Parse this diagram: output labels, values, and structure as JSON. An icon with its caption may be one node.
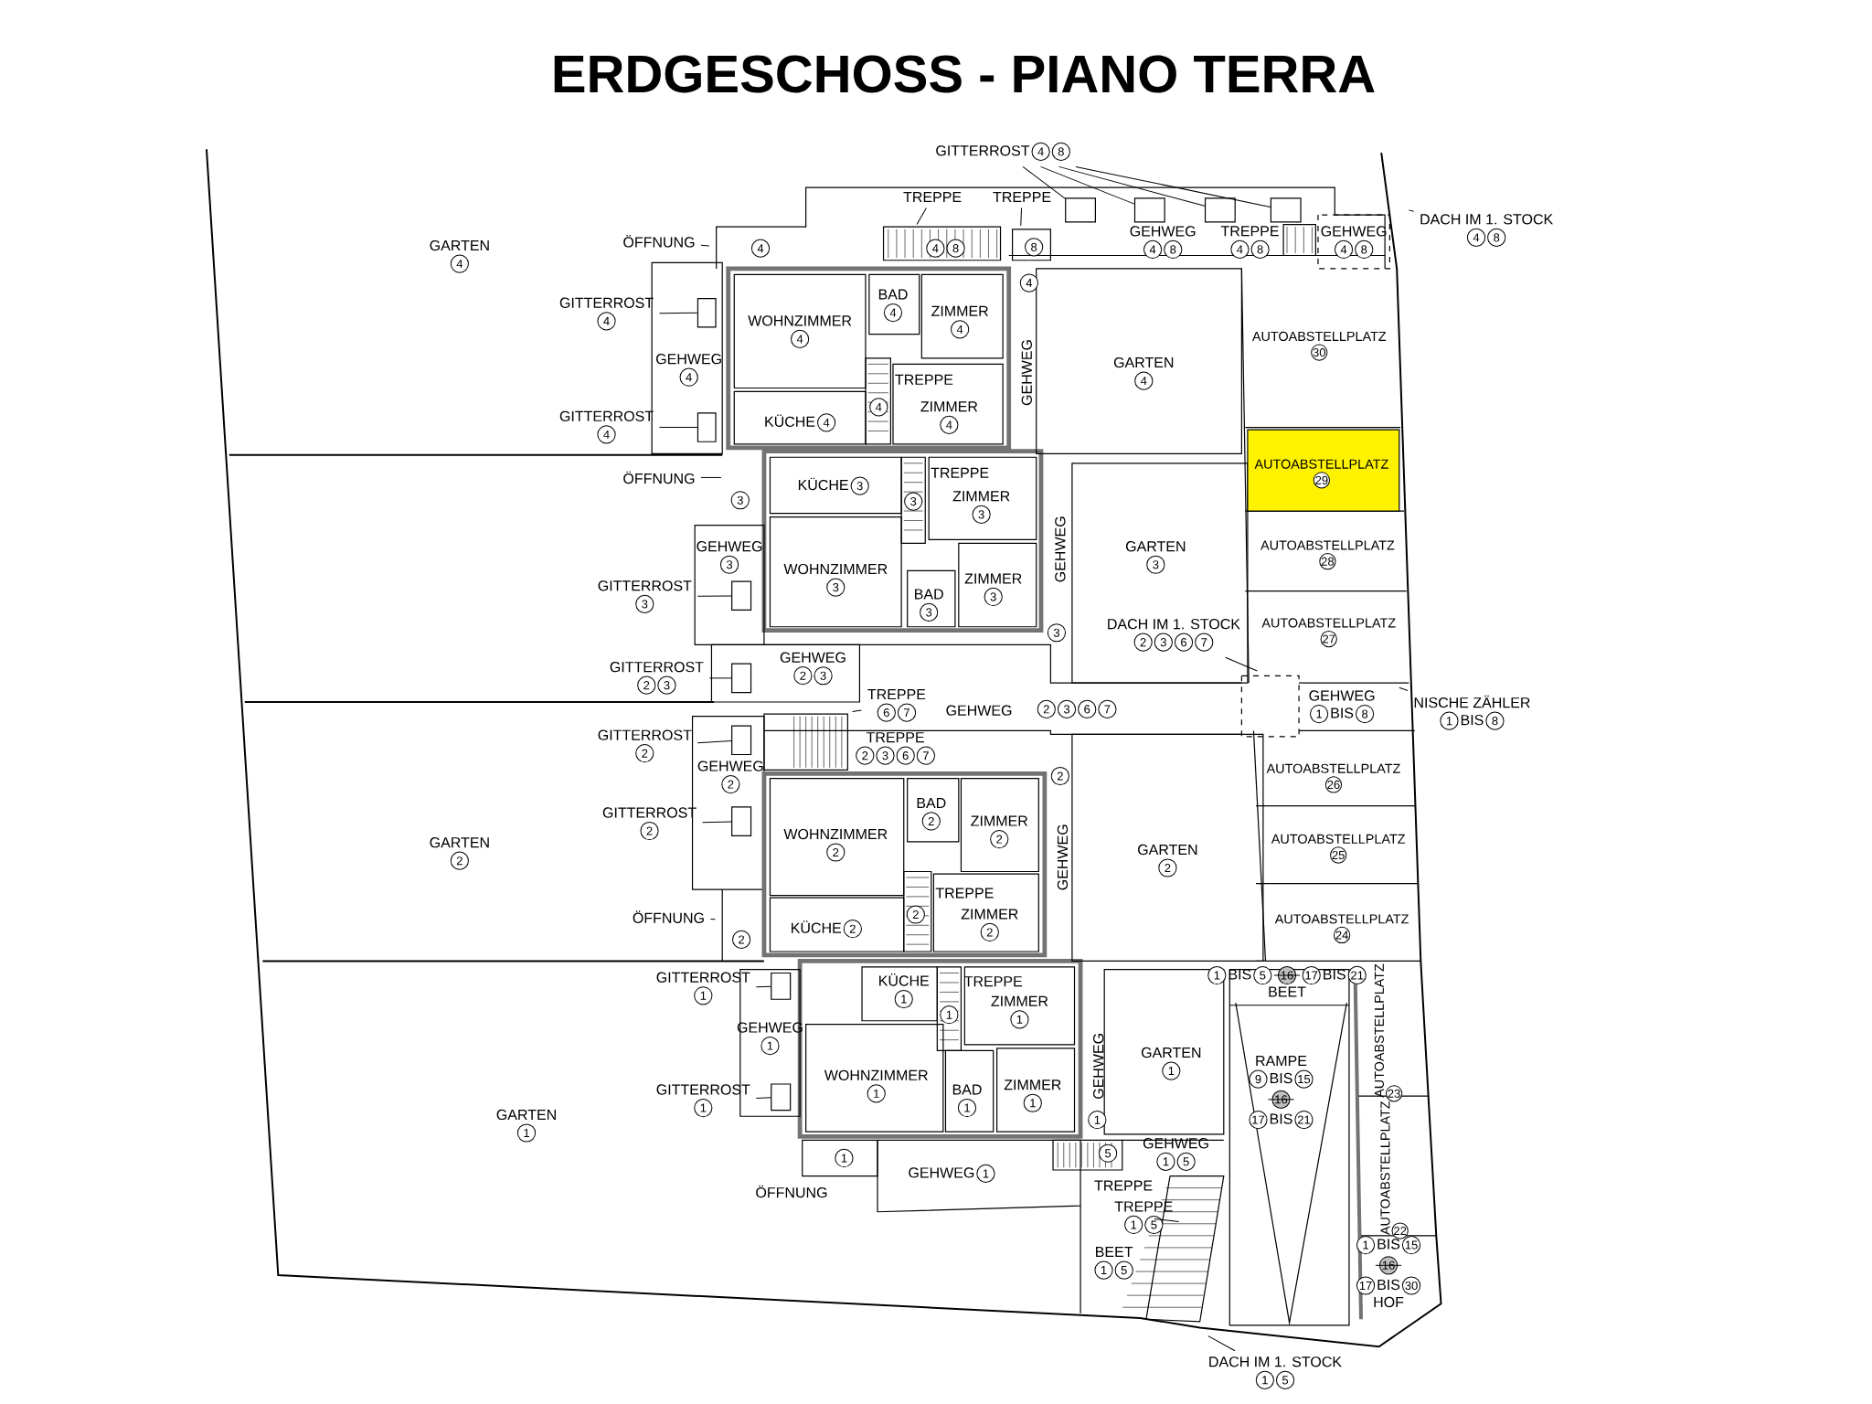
{
  "diagram": {
    "title": "ERDGESCHOSS - PIANO TERRA",
    "nodes": [
      {
        "text": [
          "GARTEN",
          "4"
        ]
      },
      {
        "text": [
          "GITTERROST",
          "4",
          "8"
        ]
      },
      {
        "text": [
          "ÖFFNUNG"
        ]
      },
      {
        "text": [
          "4"
        ]
      },
      {
        "text": [
          "TREPPE"
        ]
      },
      {
        "text": [
          "4",
          "8"
        ]
      },
      {
        "text": [
          "TREPPE"
        ]
      },
      {
        "text": [
          "8"
        ]
      },
      {
        "text": [
          "GEHWEG",
          "4",
          "8"
        ]
      },
      {
        "text": [
          "TREPPE",
          "4",
          "8"
        ]
      },
      {
        "text": [
          "GEHWEG",
          "4",
          "8"
        ]
      },
      {
        "text": [
          "DACH IM 1. STOCK",
          "4",
          "8"
        ]
      },
      {
        "text": [
          "GITTERROST",
          "4"
        ]
      },
      {
        "text": [
          "WOHNZIMMER",
          "4"
        ]
      },
      {
        "text": [
          "BAD",
          "4"
        ]
      },
      {
        "text": [
          "ZIMMER",
          "4"
        ]
      },
      {
        "text": [
          "4"
        ]
      },
      {
        "text": [
          "GEHWEG",
          "4"
        ]
      },
      {
        "text": [
          "TREPPE"
        ]
      },
      {
        "text": [
          "4"
        ]
      },
      {
        "text": [
          "KÜCHE",
          "4"
        ]
      },
      {
        "text": [
          "ZIMMER",
          "4"
        ]
      },
      {
        "text": [
          "GEHWEG"
        ]
      },
      {
        "text": [
          "GARTEN",
          "4"
        ]
      },
      {
        "text": [
          "AUTOABSTELLPLATZ",
          "30"
        ]
      },
      {
        "text": [
          "GITTERROST",
          "4"
        ]
      },
      {
        "text": [
          "AUTOABSTELLPLATZ",
          "29"
        ]
      },
      {
        "text": [
          "ÖFFNUNG"
        ]
      },
      {
        "text": [
          "3"
        ]
      },
      {
        "text": [
          "KÜCHE",
          "3"
        ]
      },
      {
        "text": [
          "TREPPE"
        ]
      },
      {
        "text": [
          "3"
        ]
      },
      {
        "text": [
          "ZIMMER",
          "3"
        ]
      },
      {
        "text": [
          "GEHWEG",
          "3"
        ]
      },
      {
        "text": [
          "WOHNZIMMER",
          "3"
        ]
      },
      {
        "text": [
          "GITTERROST",
          "3"
        ]
      },
      {
        "text": [
          "BAD",
          "3"
        ]
      },
      {
        "text": [
          "ZIMMER",
          "3"
        ]
      },
      {
        "text": [
          "GEHWEG"
        ]
      },
      {
        "text": [
          "GARTEN",
          "3"
        ]
      },
      {
        "text": [
          "AUTOABSTELLPLATZ",
          "28"
        ]
      },
      {
        "text": [
          "3"
        ]
      },
      {
        "text": [
          "DACH IM 1. STOCK",
          "2",
          "3",
          "6",
          "7"
        ]
      },
      {
        "text": [
          "AUTOABSTELLPLATZ",
          "27"
        ]
      },
      {
        "text": [
          "GITTERROST",
          "2",
          "3"
        ]
      },
      {
        "text": [
          "GEHWEG",
          "2",
          "3"
        ]
      },
      {
        "text": [
          "TREPPE",
          "6",
          "7"
        ]
      },
      {
        "text": [
          "GEHWEG"
        ]
      },
      {
        "text": [
          "2",
          "3",
          "6",
          "7"
        ]
      },
      {
        "text": [
          "GEHWEG",
          "1",
          "BIS",
          "8"
        ]
      },
      {
        "text": [
          "NISCHE ZÄHLER",
          "1",
          "BIS",
          "8"
        ]
      },
      {
        "text": [
          "GITTERROST",
          "2"
        ]
      },
      {
        "text": [
          "TREPPE",
          "2",
          "3",
          "6",
          "7"
        ]
      },
      {
        "text": [
          "GEHWEG",
          "2"
        ]
      },
      {
        "text": [
          "2"
        ]
      },
      {
        "text": [
          "AUTOABSTELLPLATZ",
          "26"
        ]
      },
      {
        "text": [
          "BAD",
          "2"
        ]
      },
      {
        "text": [
          "ZIMMER",
          "2"
        ]
      },
      {
        "text": [
          "GITTERROST",
          "2"
        ]
      },
      {
        "text": [
          "WOHNZIMMER",
          "2"
        ]
      },
      {
        "text": [
          "GEHWEG"
        ]
      },
      {
        "text": [
          "GARTEN",
          "2"
        ]
      },
      {
        "text": [
          "AUTOABSTELLPLATZ",
          "25"
        ]
      },
      {
        "text": [
          "GARTEN",
          "2"
        ]
      },
      {
        "text": [
          "TREPPE"
        ]
      },
      {
        "text": [
          "2"
        ]
      },
      {
        "text": [
          "ÖFFNUNG"
        ]
      },
      {
        "text": [
          "KÜCHE",
          "2"
        ]
      },
      {
        "text": [
          "ZIMMER",
          "2"
        ]
      },
      {
        "text": [
          "AUTOABSTELLPLATZ",
          "24"
        ]
      },
      {
        "text": [
          "2"
        ]
      },
      {
        "text": [
          "GITTERROST",
          "1"
        ]
      },
      {
        "text": [
          "KÜCHE",
          "1"
        ]
      },
      {
        "text": [
          "TREPPE"
        ]
      },
      {
        "text": [
          "1"
        ]
      },
      {
        "text": [
          "ZIMMER",
          "1"
        ]
      },
      {
        "text": [
          "1",
          "BIS",
          "5",
          "16",
          "17",
          "BIS",
          "21",
          "BEET"
        ]
      },
      {
        "text": [
          "GEHWEG",
          "1"
        ]
      },
      {
        "text": [
          "GARTEN",
          "1"
        ]
      },
      {
        "text": [
          "RAMPE",
          "9",
          "BIS",
          "15",
          "16",
          "17",
          "BIS",
          "21"
        ]
      },
      {
        "text": [
          "AUTOABSTELLPLATZ",
          "23"
        ]
      },
      {
        "text": [
          "GEHWEG"
        ]
      },
      {
        "text": [
          "WOHNZIMMER",
          "1"
        ]
      },
      {
        "text": [
          "BAD",
          "1"
        ]
      },
      {
        "text": [
          "ZIMMER",
          "1"
        ]
      },
      {
        "text": [
          "GITTERROST",
          "1"
        ]
      },
      {
        "text": [
          "GARTEN",
          "1"
        ]
      },
      {
        "text": [
          "1"
        ]
      },
      {
        "text": [
          "5"
        ]
      },
      {
        "text": [
          "GEHWEG",
          "1",
          "5"
        ]
      },
      {
        "text": [
          "AUTOABSTELLPLATZ",
          "22"
        ]
      },
      {
        "text": [
          "1"
        ]
      },
      {
        "text": [
          "GEHWEG",
          "1"
        ]
      },
      {
        "text": [
          "TREPPE"
        ]
      },
      {
        "text": [
          "ÖFFNUNG"
        ]
      },
      {
        "text": [
          "TREPPE",
          "1",
          "5"
        ]
      },
      {
        "text": [
          "1",
          "BIS",
          "15",
          "16",
          "17",
          "BIS",
          "30",
          "HOF"
        ]
      },
      {
        "text": [
          "BEET",
          "1",
          "5"
        ]
      },
      {
        "text": [
          "DACH IM 1. STOCK",
          "1",
          "5"
        ]
      },
      {
        "text": [],
        "shape": "box"
      },
      {
        "text": [],
        "shape": "box"
      },
      {
        "text": [],
        "shape": "box"
      },
      {
        "text": [],
        "shape": "box"
      },
      {
        "text": [],
        "shape": "box"
      },
      {
        "text": [],
        "shape": "box"
      },
      {
        "text": [],
        "shape": "box"
      },
      {
        "text": [],
        "shape": "box"
      },
      {
        "text": [],
        "shape": "box"
      },
      {
        "text": [],
        "shape": "box"
      },
      {
        "text": [],
        "shape": "box"
      },
      {
        "text": [],
        "shape": "box"
      }
    ],
    "edges": [
      {
        "from": 1,
        "to": 99,
        "arrow": "none"
      },
      {
        "from": 1,
        "to": 100,
        "arrow": "none"
      },
      {
        "from": 1,
        "to": 101,
        "arrow": "none"
      },
      {
        "from": 1,
        "to": 102,
        "arrow": "none"
      },
      {
        "from": 2,
        "to": null,
        "arrow": "none"
      },
      {
        "from": 4,
        "to": null,
        "arrow": "none"
      },
      {
        "from": 6,
        "to": null,
        "arrow": "none"
      },
      {
        "from": 11,
        "to": null,
        "arrow": "none"
      },
      {
        "from": 12,
        "to": 103,
        "arrow": "none"
      },
      {
        "from": 25,
        "to": 104,
        "arrow": "none"
      },
      {
        "from": 27,
        "to": null,
        "arrow": "none"
      },
      {
        "from": 35,
        "to": 105,
        "arrow": "none"
      },
      {
        "from": 42,
        "to": null,
        "arrow": "none"
      },
      {
        "from": 44,
        "to": 106,
        "arrow": "none"
      },
      {
        "from": 46,
        "to": null,
        "arrow": "none"
      },
      {
        "from": 50,
        "to": null,
        "arrow": "none"
      },
      {
        "from": 51,
        "to": 107,
        "arrow": "none"
      },
      {
        "from": 58,
        "to": 108,
        "arrow": "none"
      },
      {
        "from": 66,
        "to": null,
        "arrow": "none"
      },
      {
        "from": 71,
        "to": 109,
        "arrow": "none"
      },
      {
        "from": 85,
        "to": 110,
        "arrow": "none"
      },
      {
        "from": 95,
        "to": null,
        "arrow": "none"
      },
      {
        "from": 98,
        "to": null,
        "arrow": "none"
      }
    ]
  }
}
